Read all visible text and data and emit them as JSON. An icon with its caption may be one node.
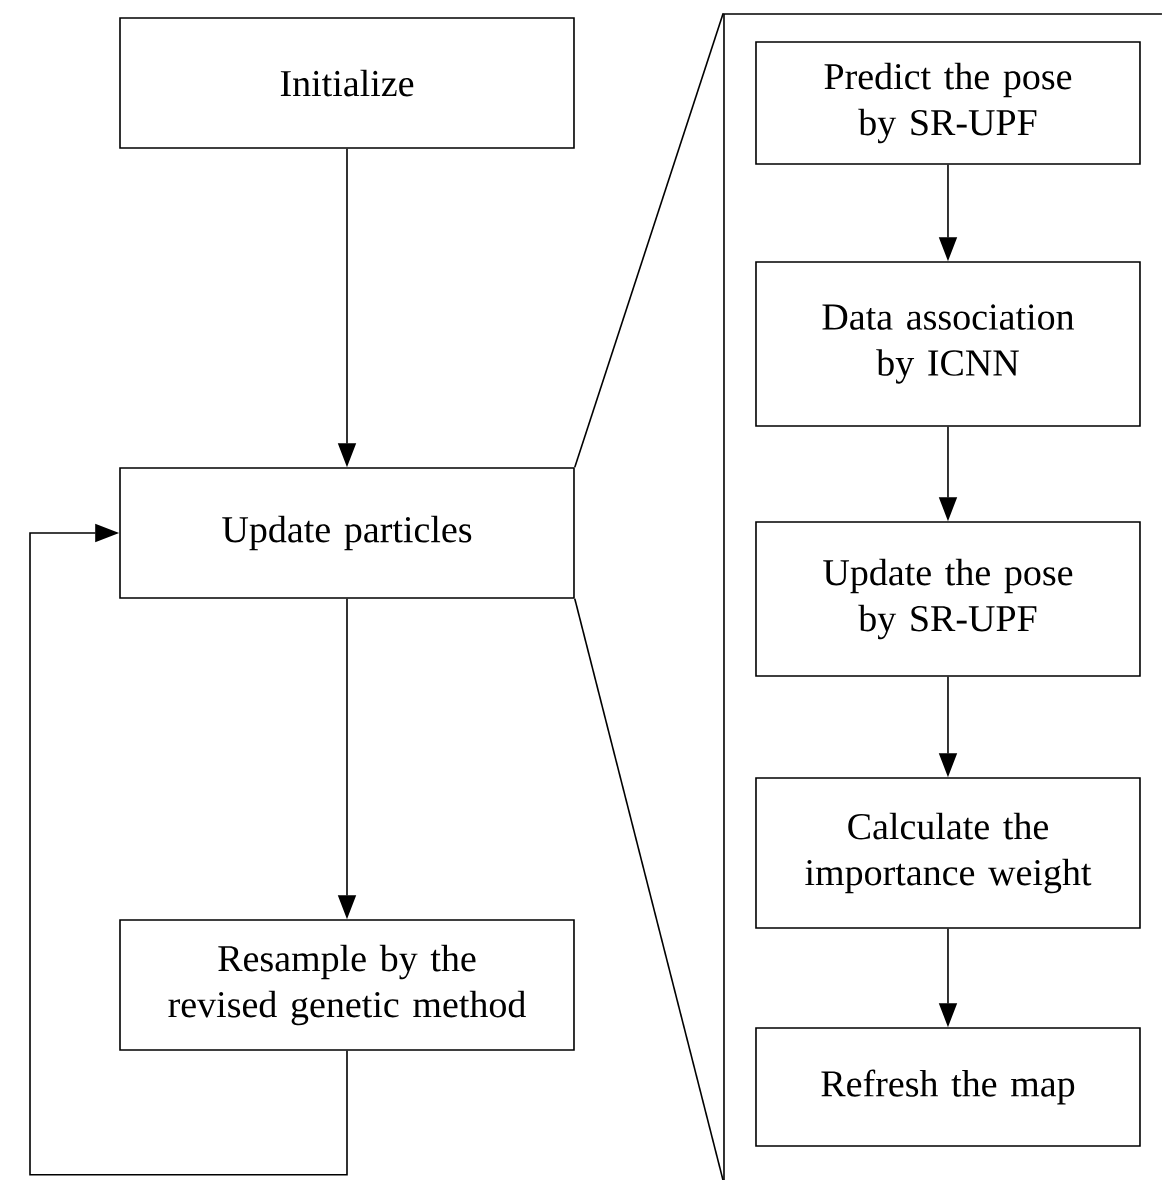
{
  "diagram": {
    "nodes": [
      {
        "text": [
          "Initialize"
        ]
      },
      {
        "text": [
          "Update particles"
        ]
      },
      {
        "text": [
          "Resample by the revised genetic method"
        ]
      },
      {
        "text": [],
        "shape": "box"
      },
      {
        "text": [
          "Predict the pose by SR-UPF"
        ],
        "in": 3
      },
      {
        "text": [
          "Data association by ICNN"
        ],
        "in": 3
      },
      {
        "text": [
          "Update the pose by SR-UPF"
        ],
        "in": 3
      },
      {
        "text": [
          "Calculate the importance weight"
        ],
        "in": 3
      },
      {
        "text": [
          "Refresh the map"
        ],
        "in": 3
      }
    ],
    "edges": [
      {
        "from": 0,
        "to": 1,
        "arrow": "to"
      },
      {
        "from": 1,
        "to": 2,
        "arrow": "to"
      },
      {
        "from": 2,
        "to": 1,
        "arrow": "to"
      },
      {
        "from": 4,
        "to": 5,
        "arrow": "to"
      },
      {
        "from": 5,
        "to": 6,
        "arrow": "to"
      },
      {
        "from": 6,
        "to": 7,
        "arrow": "to"
      },
      {
        "from": 7,
        "to": 8,
        "arrow": "to"
      },
      {
        "from": 1,
        "to": 3,
        "arrow": "none"
      },
      {
        "from": 1,
        "to": 3,
        "arrow": "none"
      }
    ]
  }
}
